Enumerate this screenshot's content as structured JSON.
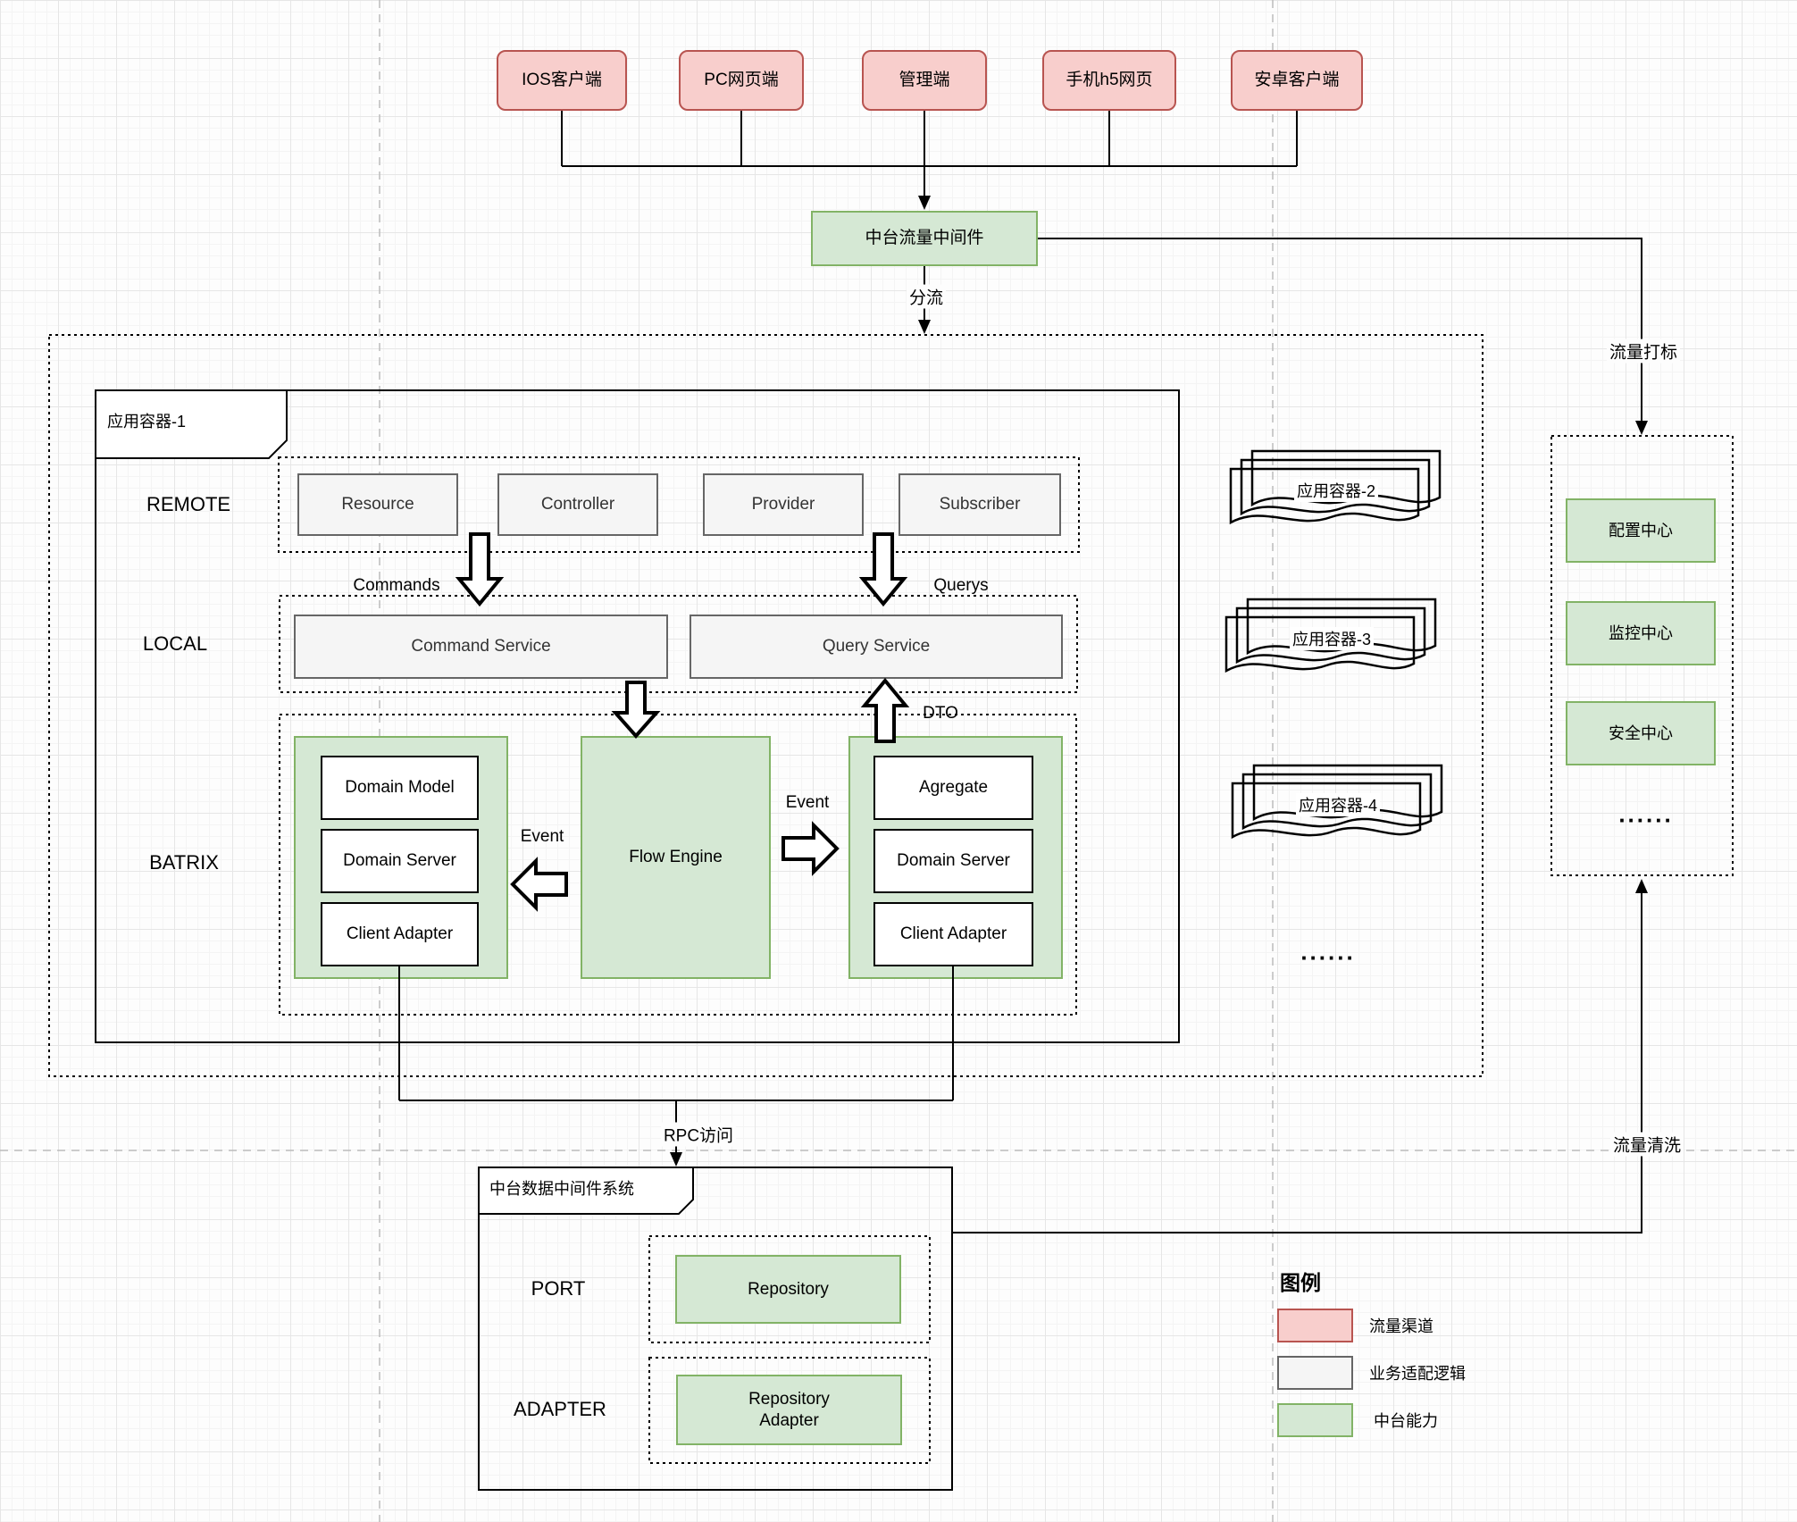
{
  "clients": {
    "items": [
      "IOS客户端",
      "PC网页端",
      "管理端",
      "手机h5网页",
      "安卓客户端"
    ]
  },
  "traffic_middleware": {
    "label": "中台流量中间件",
    "split_label": "分流",
    "mark_label": "流量打标",
    "clean_label": "流量清洗"
  },
  "app_container_1": {
    "title": "应用容器-1",
    "remote": {
      "label": "REMOTE",
      "boxes": [
        "Resource",
        "Controller",
        "Provider",
        "Subscriber"
      ]
    },
    "flow_labels": {
      "commands": "Commands",
      "querys": "Querys",
      "dto": "DTO",
      "event_left": "Event",
      "event_right": "Event"
    },
    "local": {
      "label": "LOCAL",
      "command_service": "Command Service",
      "query_service": "Query Service"
    },
    "batrix": {
      "label": "BATRIX",
      "left_stack": [
        "Domain Model",
        "Domain Server",
        "Client Adapter"
      ],
      "flow_engine": "Flow Engine",
      "right_stack": [
        "Agregate",
        "Domain Server",
        "Client Adapter"
      ]
    }
  },
  "app_stacks": {
    "items": [
      "应用容器-2",
      "应用容器-3",
      "应用容器-4"
    ],
    "ellipsis": "......"
  },
  "platform_services": {
    "boxes": [
      "配置中心",
      "监控中心",
      "安全中心"
    ],
    "ellipsis": "......"
  },
  "data_middleware": {
    "title": "中台数据中间件系统",
    "rpc_label": "RPC访问",
    "port": {
      "label": "PORT",
      "box": "Repository"
    },
    "adapter": {
      "label": "ADAPTER",
      "box": "Repository Adapter"
    }
  },
  "legend": {
    "title": "图例",
    "items": [
      {
        "label": "流量渠道",
        "type": "red"
      },
      {
        "label": "业务适配逻辑",
        "type": "gray"
      },
      {
        "label": "中台能力",
        "type": "green"
      }
    ]
  },
  "colors": {
    "traffic_channel_fill": "#f8cecc",
    "traffic_channel_stroke": "#b85450",
    "business_logic_fill": "#f5f5f5",
    "business_logic_stroke": "#666666",
    "platform_fill": "#d5e8d4",
    "platform_stroke": "#82b366"
  }
}
